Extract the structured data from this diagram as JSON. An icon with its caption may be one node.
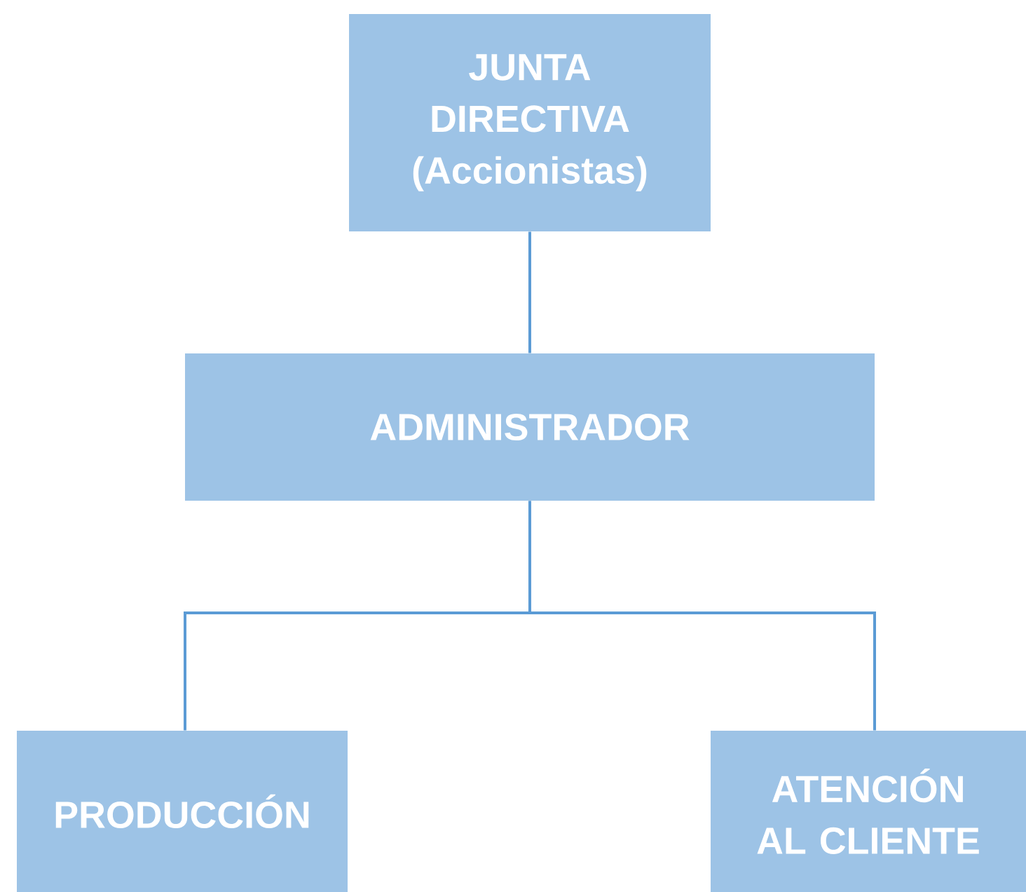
{
  "diagram": {
    "nodes": [
      {
        "text": [
          "JUNTA DIRECTIVA (Accionistas)"
        ]
      },
      {
        "text": [
          "ADMINISTRADOR"
        ]
      },
      {
        "text": [
          "PRODUCCIÓN"
        ]
      },
      {
        "text": [
          "ATENCIÓN AL CLIENTE"
        ]
      }
    ],
    "edges": [
      {
        "from": 0,
        "to": 1,
        "arrow": "none"
      },
      {
        "from": 1,
        "to": 2,
        "arrow": "none"
      },
      {
        "from": 1,
        "to": 3,
        "arrow": "none"
      }
    ]
  }
}
